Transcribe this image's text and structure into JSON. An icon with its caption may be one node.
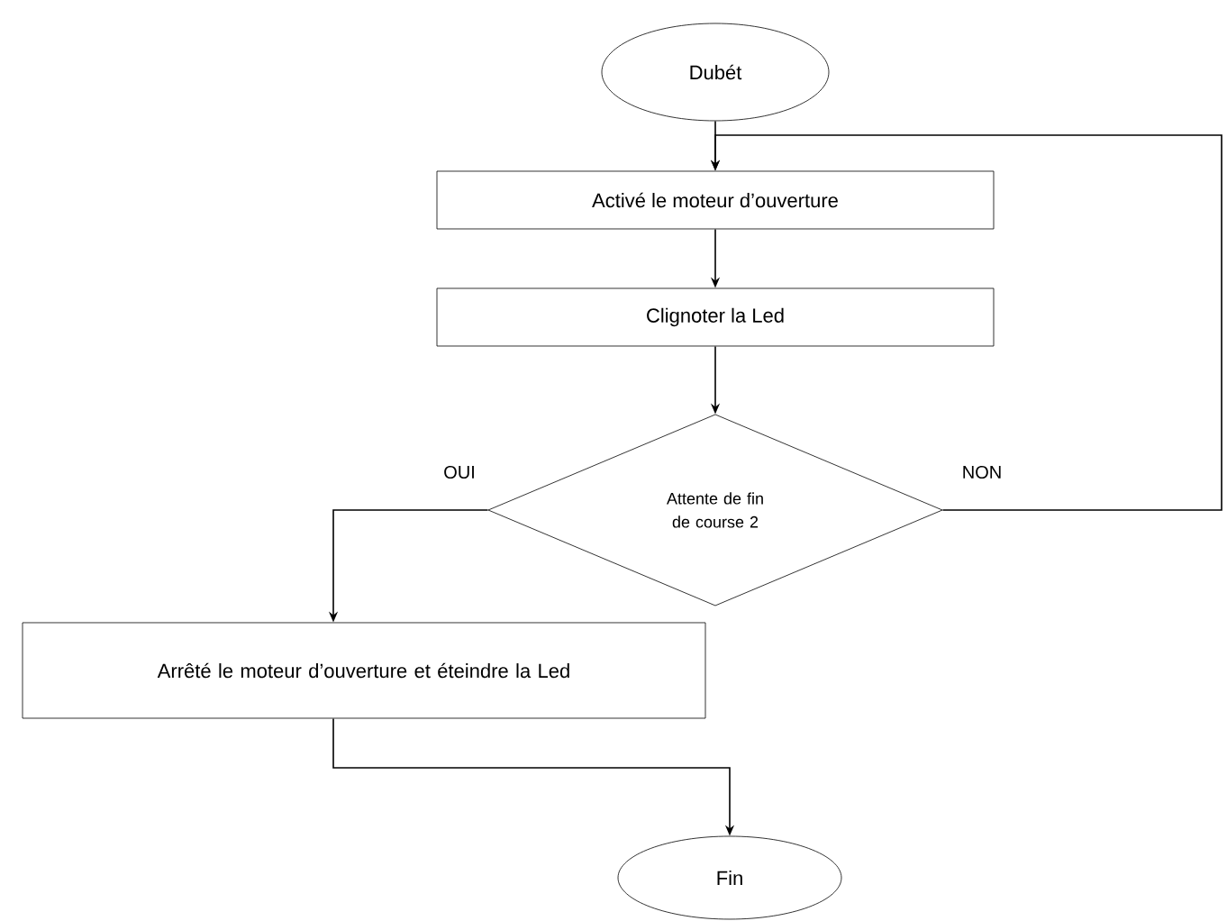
{
  "diagram": {
    "nodes": [
      {
        "text": [
          "Dubét"
        ]
      },
      {
        "text": [
          "Activé le moteur d’ouverture"
        ]
      },
      {
        "text": [
          "Clignoter la Led"
        ]
      },
      {
        "text": [
          "Attente de fin de course 2"
        ]
      },
      {
        "text": [
          "Arrêté le moteur d’ouverture et éteindre la Led"
        ]
      },
      {
        "text": [
          "Fin"
        ]
      }
    ],
    "edges": [
      {
        "from": 0,
        "to": 1,
        "arrow": "to"
      },
      {
        "from": 1,
        "to": 2,
        "arrow": "to"
      },
      {
        "from": 2,
        "to": 3,
        "arrow": "to"
      },
      {
        "from": 3,
        "to": 4,
        "arrow": "to",
        "label": "OUI"
      },
      {
        "from": 4,
        "to": 5,
        "arrow": "to"
      },
      {
        "from": 3,
        "to": 1,
        "arrow": "to",
        "label": "NON"
      }
    ]
  }
}
